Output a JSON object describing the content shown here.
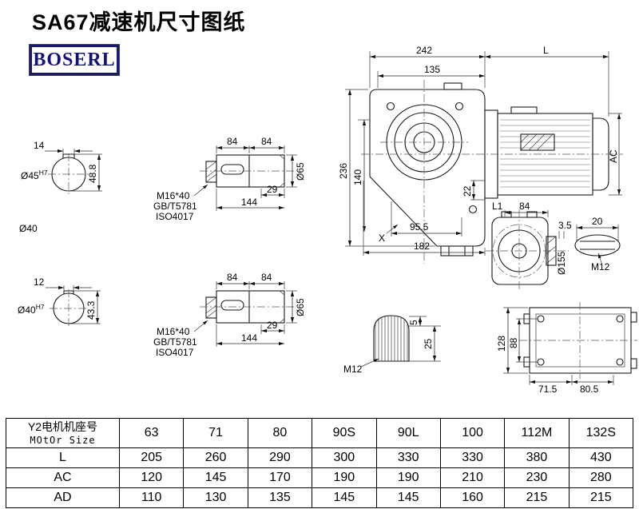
{
  "title": "SA67减速机尺寸图纸",
  "logo": "BOSERL",
  "drawing": {
    "section1": {
      "key_width": "14",
      "bore": "Ø45",
      "tol": "H7",
      "height": "48.8",
      "shaft_dia": "Ø40"
    },
    "section2": {
      "key_width": "12",
      "bore": "Ø40",
      "tol": "H7",
      "height": "43.3"
    },
    "shaft1": {
      "d84a": "84",
      "d84b": "84",
      "d29": "29",
      "d144": "144",
      "dia": "Ø65",
      "bolt": "M16*40",
      "std1": "GB/T5781",
      "std2": "ISO4017"
    },
    "shaft2": {
      "d84a": "84",
      "d84b": "84",
      "d29": "29",
      "d144": "144",
      "dia": "Ø65",
      "bolt": "M16*40",
      "std1": "GB/T5781",
      "std2": "ISO4017"
    },
    "main": {
      "d242": "242",
      "dL": "L",
      "d135": "135",
      "d236": "236",
      "d140": "140",
      "dAC": "AC",
      "d22": "22",
      "d95": "95.5",
      "d182": "182",
      "dX": "X"
    },
    "rear": {
      "dL1": "L1",
      "d84": "84",
      "d35": "3.5",
      "d20": "20",
      "dia": "Ø155",
      "thread": "M12"
    },
    "key": {
      "d5": "5",
      "d25": "25",
      "thread": "M12"
    },
    "bottom": {
      "d128": "128",
      "d88": "88",
      "d715": "71.5",
      "d805": "80.5"
    }
  },
  "table": {
    "header": {
      "label_cn": "Y2电机机座号",
      "label_en": "MOtOr Size",
      "sizes": [
        "63",
        "71",
        "80",
        "90S",
        "90L",
        "100",
        "112M",
        "132S"
      ]
    },
    "rows": [
      {
        "label": "L",
        "values": [
          "205",
          "260",
          "290",
          "300",
          "330",
          "330",
          "380",
          "430"
        ]
      },
      {
        "label": "AC",
        "values": [
          "120",
          "145",
          "170",
          "190",
          "190",
          "210",
          "230",
          "280"
        ]
      },
      {
        "label": "AD",
        "values": [
          "110",
          "130",
          "135",
          "145",
          "145",
          "160",
          "215",
          "215"
        ]
      }
    ]
  }
}
